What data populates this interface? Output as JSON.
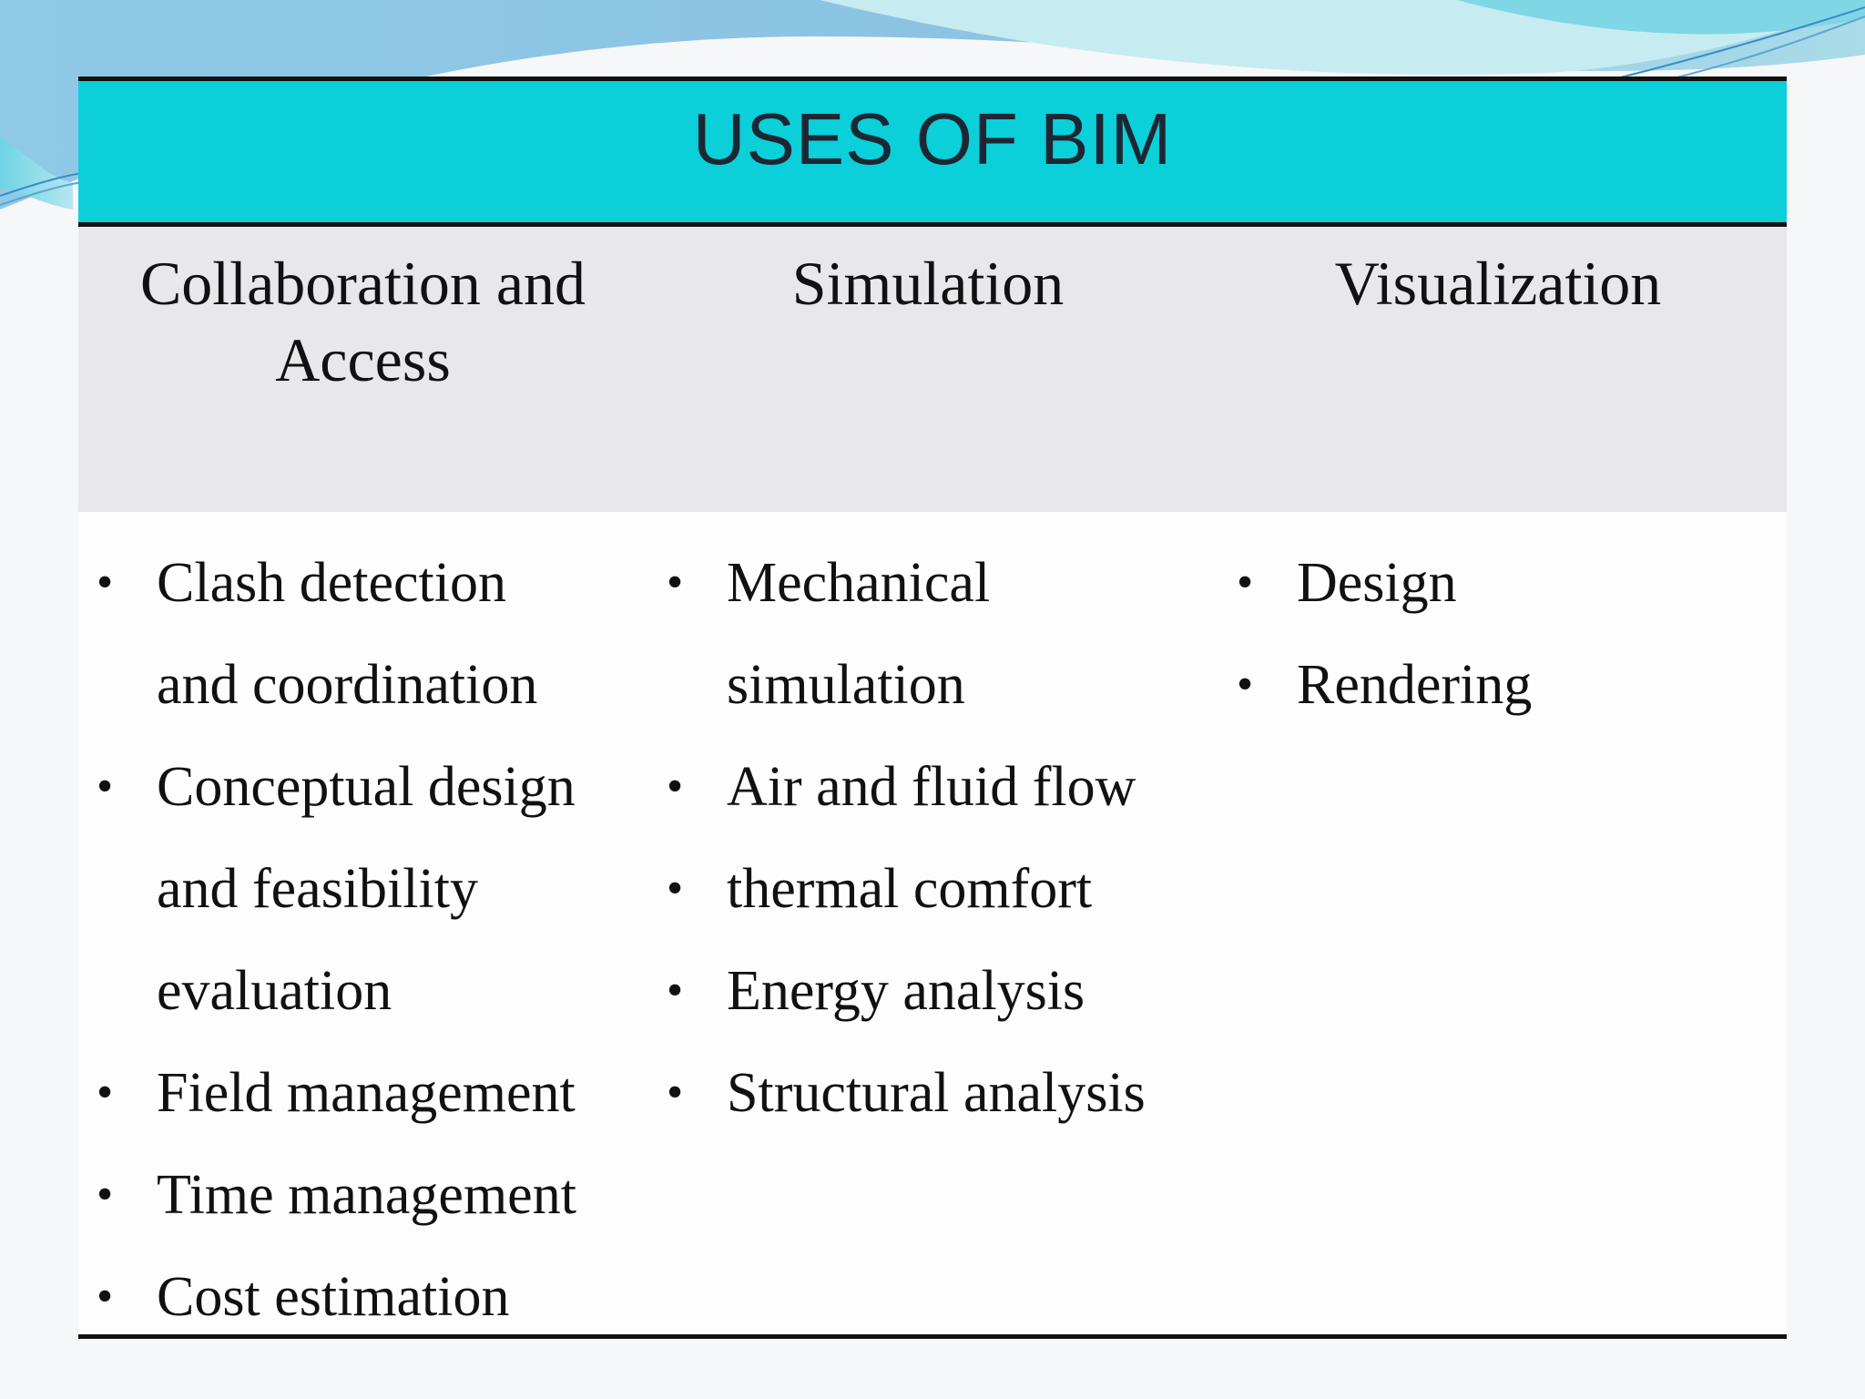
{
  "slide": {
    "title": "USES OF BIM",
    "colors": {
      "title_band": "#0bcfd9",
      "header_band": "#e8e7ea",
      "rules": "#111111"
    }
  },
  "columns": [
    {
      "header_lines": [
        "Collaboration and",
        "Access"
      ],
      "items": [
        {
          "lines": [
            "Clash detection",
            "and coordination"
          ]
        },
        {
          "lines": [
            "Conceptual design",
            "and feasibility",
            "evaluation"
          ]
        },
        {
          "lines": [
            "Field management"
          ]
        },
        {
          "lines": [
            "Time management"
          ]
        },
        {
          "lines": [
            "Cost estimation"
          ]
        }
      ]
    },
    {
      "header_lines": [
        "Simulation"
      ],
      "items": [
        {
          "lines": [
            "Mechanical",
            "simulation"
          ]
        },
        {
          "lines": [
            "Air and fluid flow"
          ]
        },
        {
          "lines": [
            "thermal comfort"
          ]
        },
        {
          "lines": [
            "Energy analysis"
          ]
        },
        {
          "lines": [
            "Structural analysis"
          ]
        }
      ]
    },
    {
      "header_lines": [
        "Visualization"
      ],
      "items": [
        {
          "lines": [
            "Design"
          ]
        },
        {
          "lines": [
            "Rendering"
          ]
        }
      ]
    }
  ],
  "bullet_glyph": "•"
}
